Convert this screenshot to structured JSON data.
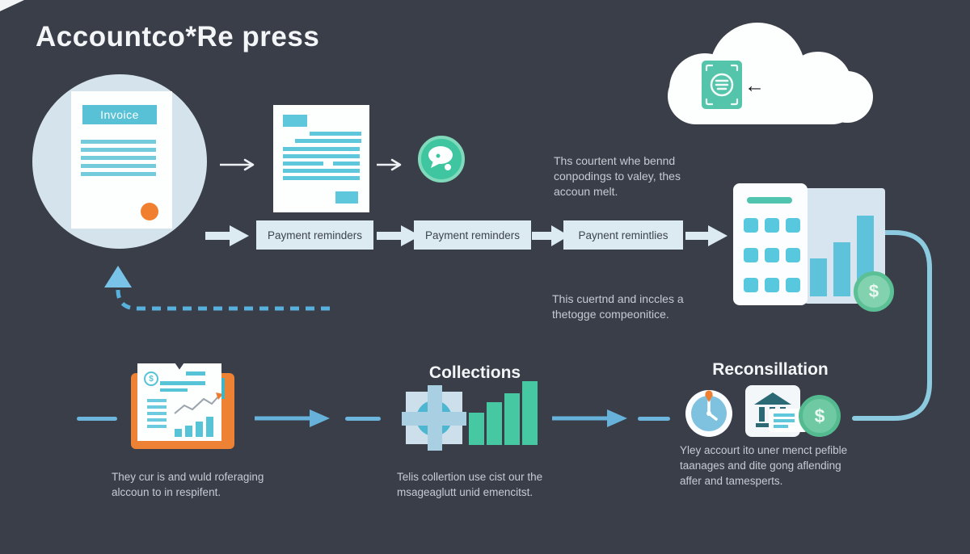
{
  "title": "Accountco*Re press",
  "glyphs": {
    "dollar": "$",
    "arrow_left": "←"
  },
  "invoice": {
    "label": "Invoice"
  },
  "reminders": [
    "Payment reminders",
    "Payment reminders",
    "Paynent remintlies"
  ],
  "sections": {
    "collections": "Collections",
    "reconciliation": "Reconsillation"
  },
  "notes": {
    "top": [
      "Ths courtent whe bennd",
      "conpodings to valey, thes",
      "accoun melt."
    ],
    "middle": [
      "This cuertnd and inccles a",
      "thetogge compeonitice."
    ],
    "bottom_left": [
      "They cur is and wuld roferaging",
      "alccoun to in respifent."
    ],
    "bottom_center": [
      "Telis collertion use cist our the",
      "msageaglutt unid emencitst."
    ],
    "bottom_right": [
      "Yley accourt ito uner menct pefible",
      "taanages and dite gong aflending",
      "affer and tamesperts."
    ]
  },
  "colors": {
    "background": "#3a3e49",
    "teal": "#58c1d6",
    "green": "#41c6a1",
    "orange": "#ee8134",
    "light_blue": "#6cb6de",
    "panel_light": "#dcebf2"
  },
  "chart_data": [
    {
      "type": "bar",
      "name": "finance-panel-bars",
      "values": [
        47,
        67,
        100
      ]
    },
    {
      "type": "bar",
      "name": "collections-bars",
      "values": [
        40,
        53,
        64,
        79
      ]
    },
    {
      "type": "bar",
      "name": "ledger-mini-bars",
      "values": [
        10,
        14,
        19,
        25
      ]
    }
  ]
}
